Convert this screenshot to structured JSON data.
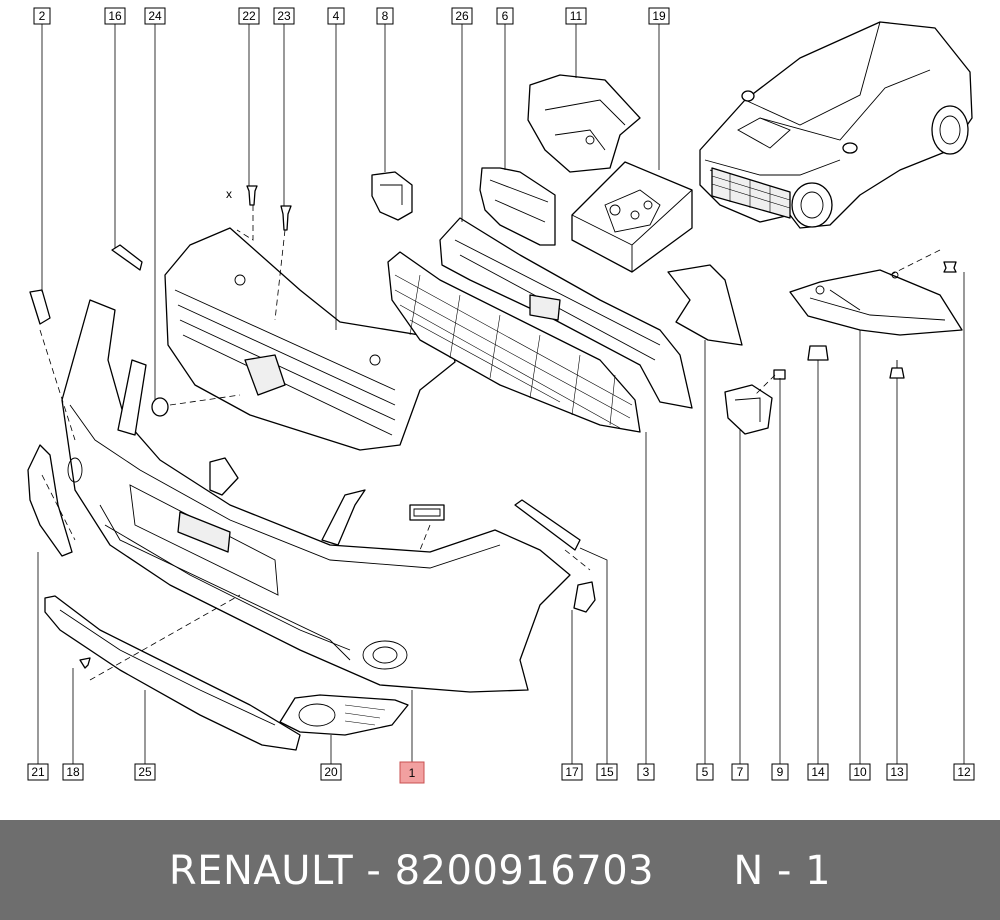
{
  "footer": {
    "brand": "RENAULT",
    "part_number": "8200916703",
    "position": "N - 1",
    "separator": " - "
  },
  "highlight_color": "#f2a0a0",
  "footer_color": "#6e6e6e",
  "callouts": {
    "top": [
      "2",
      "16",
      "24",
      "22",
      "23",
      "4",
      "8",
      "26",
      "6",
      "11",
      "19"
    ],
    "bottom": [
      "21",
      "18",
      "25",
      "20",
      "1",
      "17",
      "15",
      "3",
      "5",
      "7",
      "9",
      "14",
      "10",
      "13",
      "12"
    ],
    "highlighted": "1"
  },
  "symbols": {
    "x_mark": "x"
  }
}
